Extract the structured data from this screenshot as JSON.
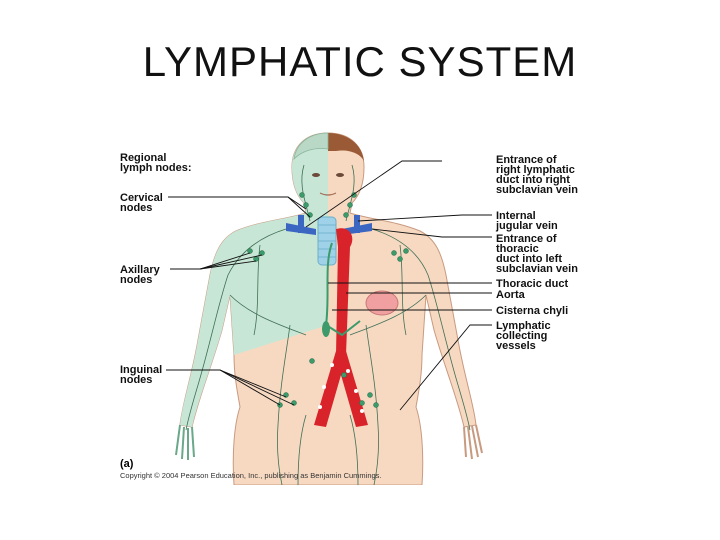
{
  "title": "LYMPHATIC SYSTEM",
  "figure": {
    "panel": "(a)",
    "copyright": "Copyright © 2004 Pearson Education, Inc., publishing as Benjamin Cummings.",
    "left_labels": {
      "regional": [
        "Regional",
        "lymph nodes:"
      ],
      "cervical": [
        "Cervical",
        "nodes"
      ],
      "axillary": [
        "Axillary",
        "nodes"
      ],
      "inguinal": [
        "Inguinal",
        "nodes"
      ]
    },
    "right_labels": {
      "entrance_right": [
        "Entrance of",
        "right lymphatic",
        "duct into right",
        "subclavian vein"
      ],
      "jugular": [
        "Internal",
        "jugular vein"
      ],
      "entrance_left": [
        "Entrance of",
        "thoracic",
        "duct into left",
        "subclavian vein"
      ],
      "thoracic_duct": [
        "Thoracic duct"
      ],
      "aorta": [
        "Aorta"
      ],
      "cisterna": [
        "Cisterna chyli"
      ],
      "collecting": [
        "Lymphatic",
        "collecting",
        "vessels"
      ]
    },
    "colors": {
      "skin": "#f7d9c2",
      "drained": "#c8e6d6",
      "hair": "#9a5a35",
      "artery": "#d9232a",
      "vein": "#3b66c2",
      "trachea": "#9fd2e8",
      "lymph": "#3d9a6a",
      "stomach": "#f0a0a0"
    }
  }
}
